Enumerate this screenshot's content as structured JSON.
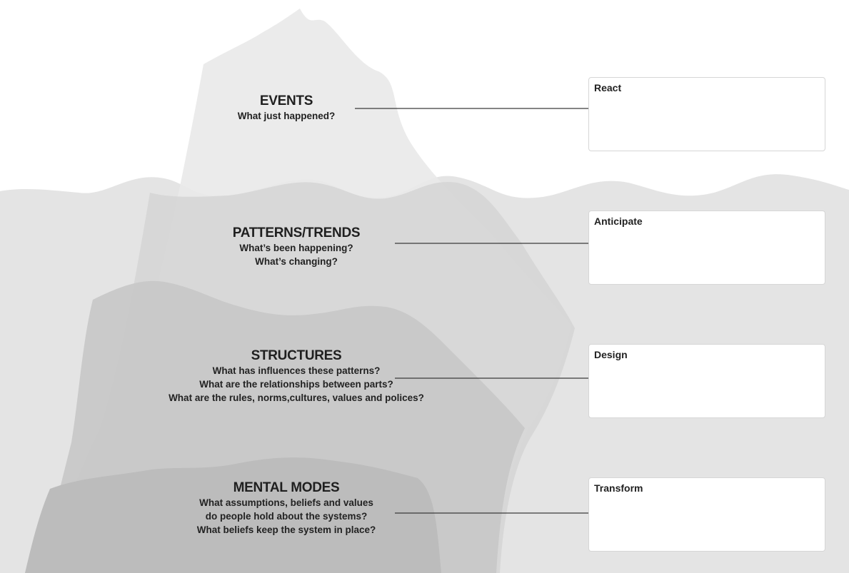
{
  "levels": [
    {
      "title": "EVENTS",
      "questions": [
        "What just happened?"
      ],
      "action": "React"
    },
    {
      "title": "PATTERNS/TRENDS",
      "questions": [
        "What’s been happening?",
        "What’s changing?"
      ],
      "action": "Anticipate"
    },
    {
      "title": "STRUCTURES",
      "questions": [
        "What has influences these patterns?",
        "What are the relationships between parts?",
        "What are the rules, norms,cultures, values and polices?"
      ],
      "action": "Design"
    },
    {
      "title": "MENTAL MODES",
      "questions": [
        "What assumptions, beliefs and values",
        "do people hold about the systems?",
        "What beliefs keep the system in place?"
      ],
      "action": "Transform"
    }
  ],
  "colors": {
    "sky": "#ffffff",
    "water": "#e4e4e4",
    "tip": "#e8e8e8",
    "submerged_1": "#d6d6d6",
    "submerged_2": "#c7c7c7",
    "submerged_3": "#bbbbbb",
    "text": "#1f1f1f"
  }
}
